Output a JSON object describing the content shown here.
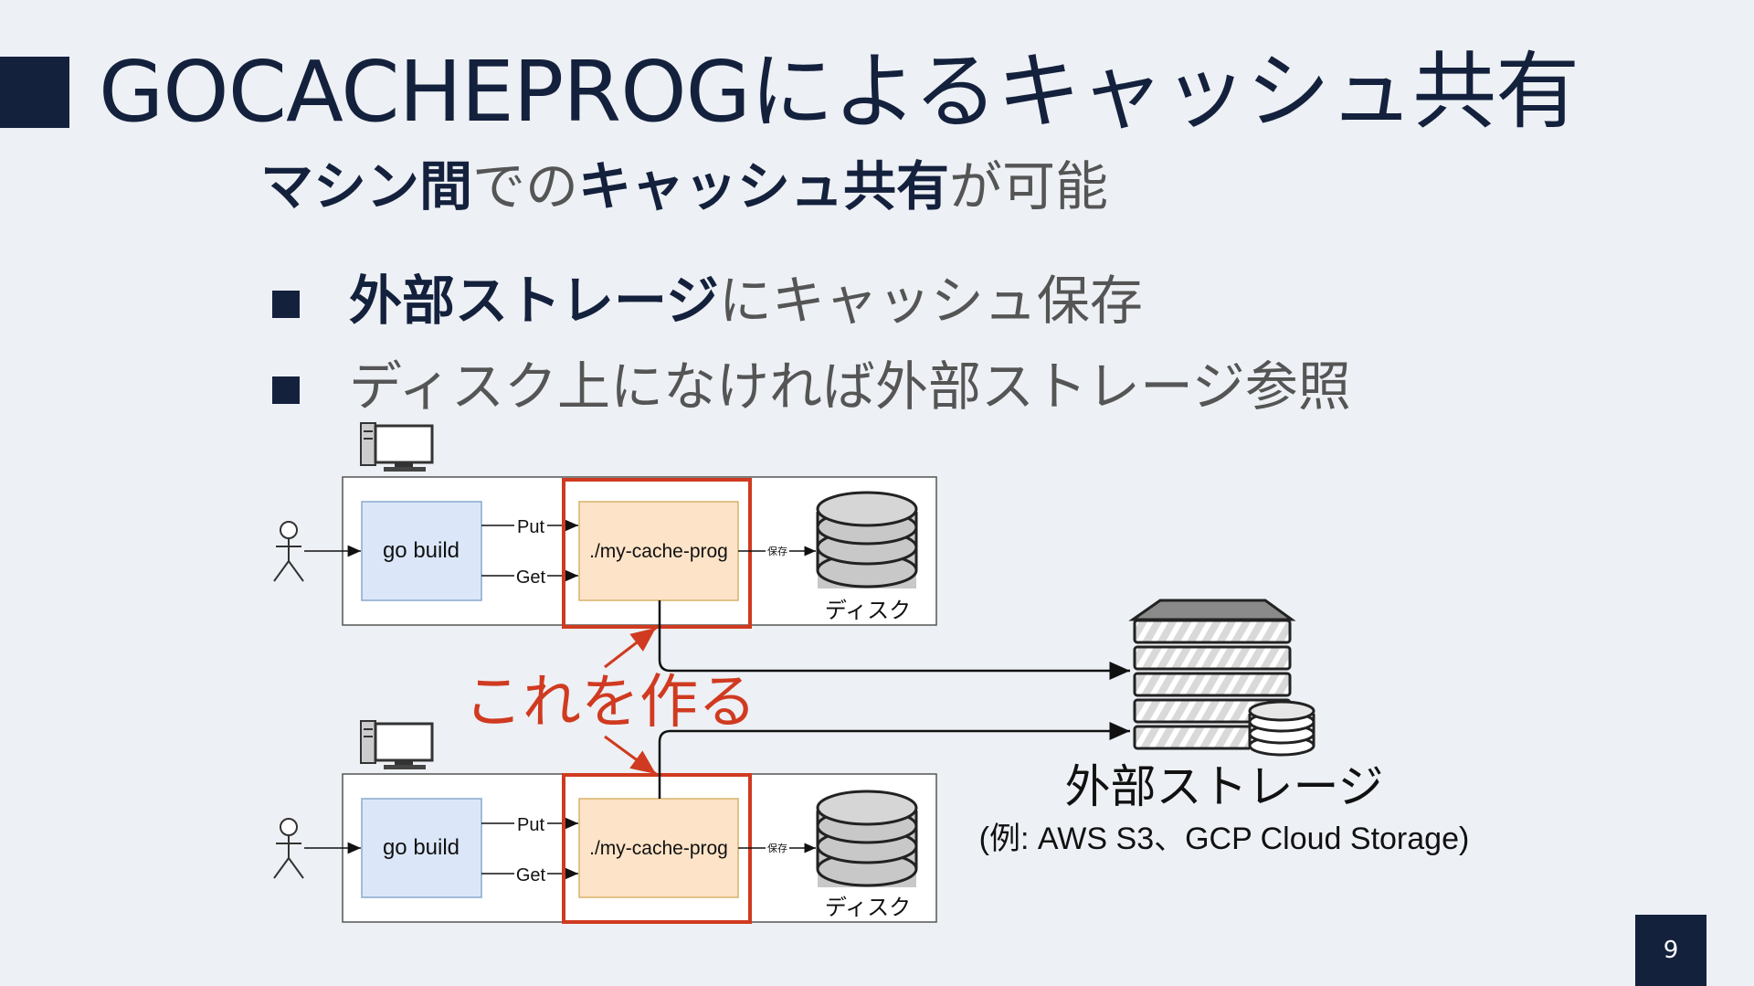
{
  "slide": {
    "title": "GOCACHEPROGによるキャッシュ共有",
    "subtitle": {
      "part1": "マシン間",
      "part2": "での",
      "part3": "キャッシュ共有",
      "part4": "が可能"
    },
    "bullets": [
      {
        "strong": "外部ストレージ",
        "rest": "にキャッシュ保存"
      },
      {
        "strong": "",
        "rest": "ディスク上になければ外部ストレージ参照"
      }
    ],
    "page_number": "9"
  },
  "diagram": {
    "machines": [
      {
        "build_label": "go build",
        "prog_label": "./my-cache-prog",
        "put_label": "Put",
        "get_label": "Get",
        "save_label": "保存",
        "disk_label": "ディスク"
      },
      {
        "build_label": "go build",
        "prog_label": "./my-cache-prog",
        "put_label": "Put",
        "get_label": "Get",
        "save_label": "保存",
        "disk_label": "ディスク"
      }
    ],
    "annotation": "これを作る",
    "storage_label": "外部ストレージ",
    "storage_example": "(例: AWS S3、GCP Cloud Storage)",
    "colors": {
      "navy": "#14213d",
      "accent_red": "#d03a20",
      "build_fill": "#dbe7f8",
      "prog_fill": "#fde3c8"
    },
    "icons": [
      "computer-icon",
      "person-icon",
      "disk-icon",
      "server-icon"
    ]
  }
}
